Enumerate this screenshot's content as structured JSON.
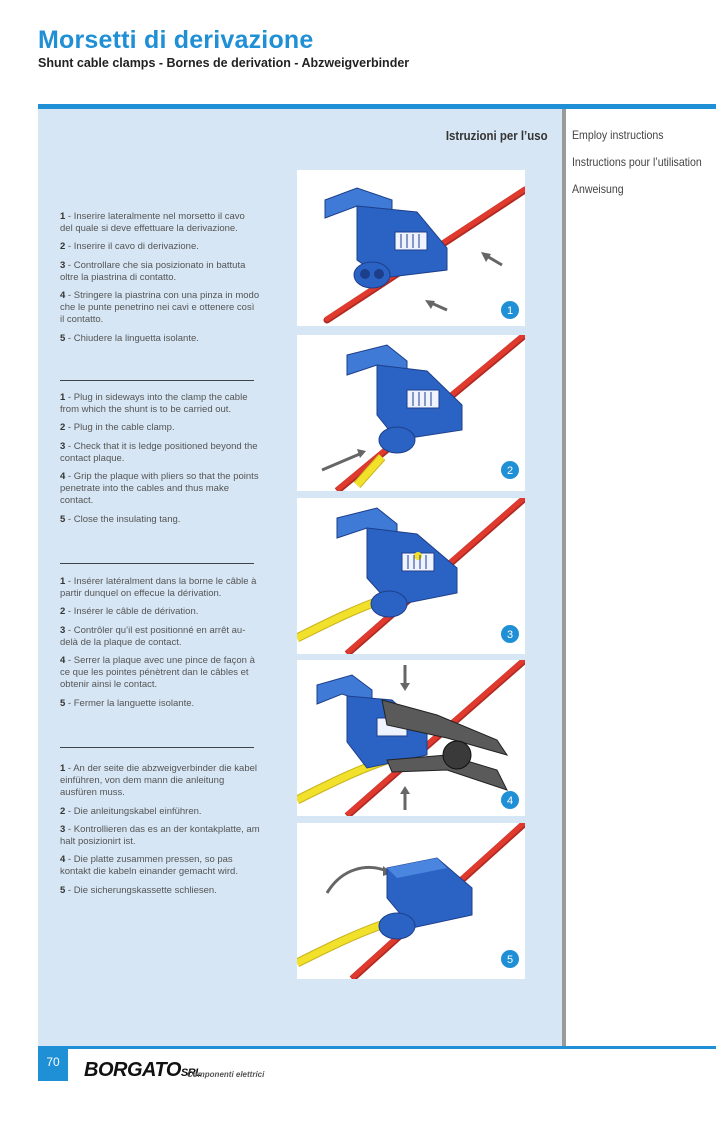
{
  "header": {
    "title": "Morsetti di derivazione",
    "subtitle": "Shunt cable clamps - Bornes de derivation - Abzweigverbinder"
  },
  "panel_heading": "Istruzioni per l’uso",
  "sidebar": {
    "items": [
      "Employ instructions",
      "Instructions pour l’utilisation",
      "Anweisung"
    ]
  },
  "instructions": {
    "it": [
      {
        "num": "1",
        "text": " - Inserire lateralmente nel morsetto il cavo del quale si deve effettuare la derivazione."
      },
      {
        "num": "2",
        "text": " - Inserire il cavo di derivazione."
      },
      {
        "num": "3",
        "text": " - Controllare che sia posizionato in battuta oltre la piastrina di contatto."
      },
      {
        "num": "4",
        "text": " - Stringere la piastrina con una pinza in modo che le punte penetrino nei cavi e ottenere così il contatto."
      },
      {
        "num": "5",
        "text": " - Chiudere la linguetta isolante."
      }
    ],
    "en": [
      {
        "num": "1",
        "text": " - Plug in sideways into the clamp the cable from which the shunt is to be carried out."
      },
      {
        "num": "2",
        "text": " - Plug in the cable clamp."
      },
      {
        "num": "3",
        "text": " - Check that it is ledge positioned beyond the contact plaque."
      },
      {
        "num": "4",
        "text": " - Grip the plaque with pliers so that the points penetrate into the cables and thus make contact."
      },
      {
        "num": "5",
        "text": " - Close the insulating tang."
      }
    ],
    "fr": [
      {
        "num": "1",
        "text": " - Insérer latéralment dans la borne le câble à partir dunquel on effecue la dérivation."
      },
      {
        "num": "2",
        "text": " - Insérer le câble de dérivation."
      },
      {
        "num": "3",
        "text": " - Contrôler qu’il est positionné en arrêt au-delà de la plaque de contact."
      },
      {
        "num": "4",
        "text": " - Serrer la plaque avec une pince de façon à ce que les pointes pénètrent dan le câbles et obtenir ainsi le contact."
      },
      {
        "num": "5",
        "text": " - Fermer la languette isolante."
      }
    ],
    "de": [
      {
        "num": "1",
        "text": " - An der seite die abzweigverbinder die kabel einführen, von dem mann die anleitung ausfüren muss."
      },
      {
        "num": "2",
        "text": " - Die anleitungskabel einführen."
      },
      {
        "num": "3",
        "text": " - Kontrollieren das es an der kontakplatte, am halt posizionirt ist."
      },
      {
        "num": "4",
        "text": " -  Die platte zusammen pressen, so pas kontakt die kabeln einander gemacht wird."
      },
      {
        "num": "5",
        "text": " - Die sicherungskassette schliesen."
      }
    ]
  },
  "steps": [
    {
      "badge": "1"
    },
    {
      "badge": "2"
    },
    {
      "badge": "3"
    },
    {
      "badge": "4"
    },
    {
      "badge": "5"
    }
  ],
  "footer": {
    "page_number": "70",
    "brand": "BORGATO",
    "brand_suffix": "SRL",
    "tagline": "Componenti elettrici"
  },
  "colors": {
    "accent": "#1f8fd6",
    "panel": "#d6e6f4",
    "clamp_blue": "#2b63c4",
    "wire_red": "#e03a2f",
    "wire_yellow": "#f2e12a"
  }
}
